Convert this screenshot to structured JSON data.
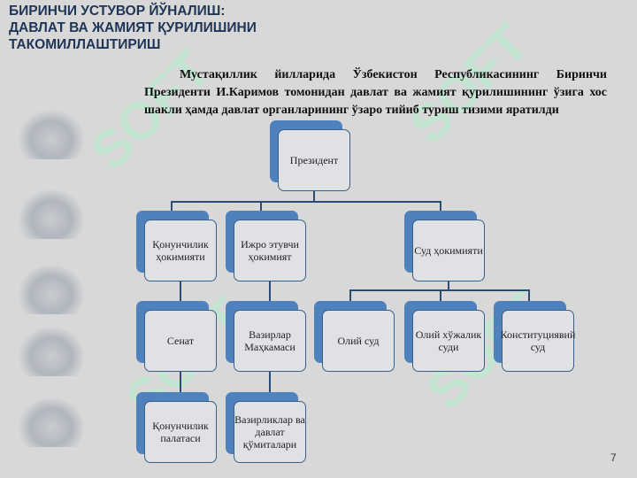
{
  "title": [
    "БИРИНЧИ УСТУВОР ЙЎНАЛИШ:",
    "ДАВЛАТ  ВА ЖАМИЯТ ҚУРИЛИШИНИ",
    "ТАКОМИЛЛАШТИРИШ"
  ],
  "intro": "Мустақиллик йилларида Ўзбекистон Республикасининг Биринчи Президенти И.Каримов томонидан давлат ва жамият қурилишининг ўзига хос шакли ҳамда давлат органларининг ўзаро тийиб туриш тизими яратилди",
  "watermark": "SOFT",
  "diagram": {
    "president": "Президент",
    "legislative": "Қонунчилик ҳокимияти",
    "executive": "Ижро этувчи ҳокимият",
    "judicial": "Суд ҳокимияти",
    "senate": "Сенат",
    "cabinet": "Вазирлар Маҳкамаси",
    "supreme_court": "Олий суд",
    "economic_court": "Олий хўжалик суди",
    "constitutional_court": "Конституциявий суд",
    "legislative_chamber": "Қонунчилик палатаси",
    "ministries": "Вазирликлар ва давлат қўмиталари"
  },
  "page_number": "7"
}
